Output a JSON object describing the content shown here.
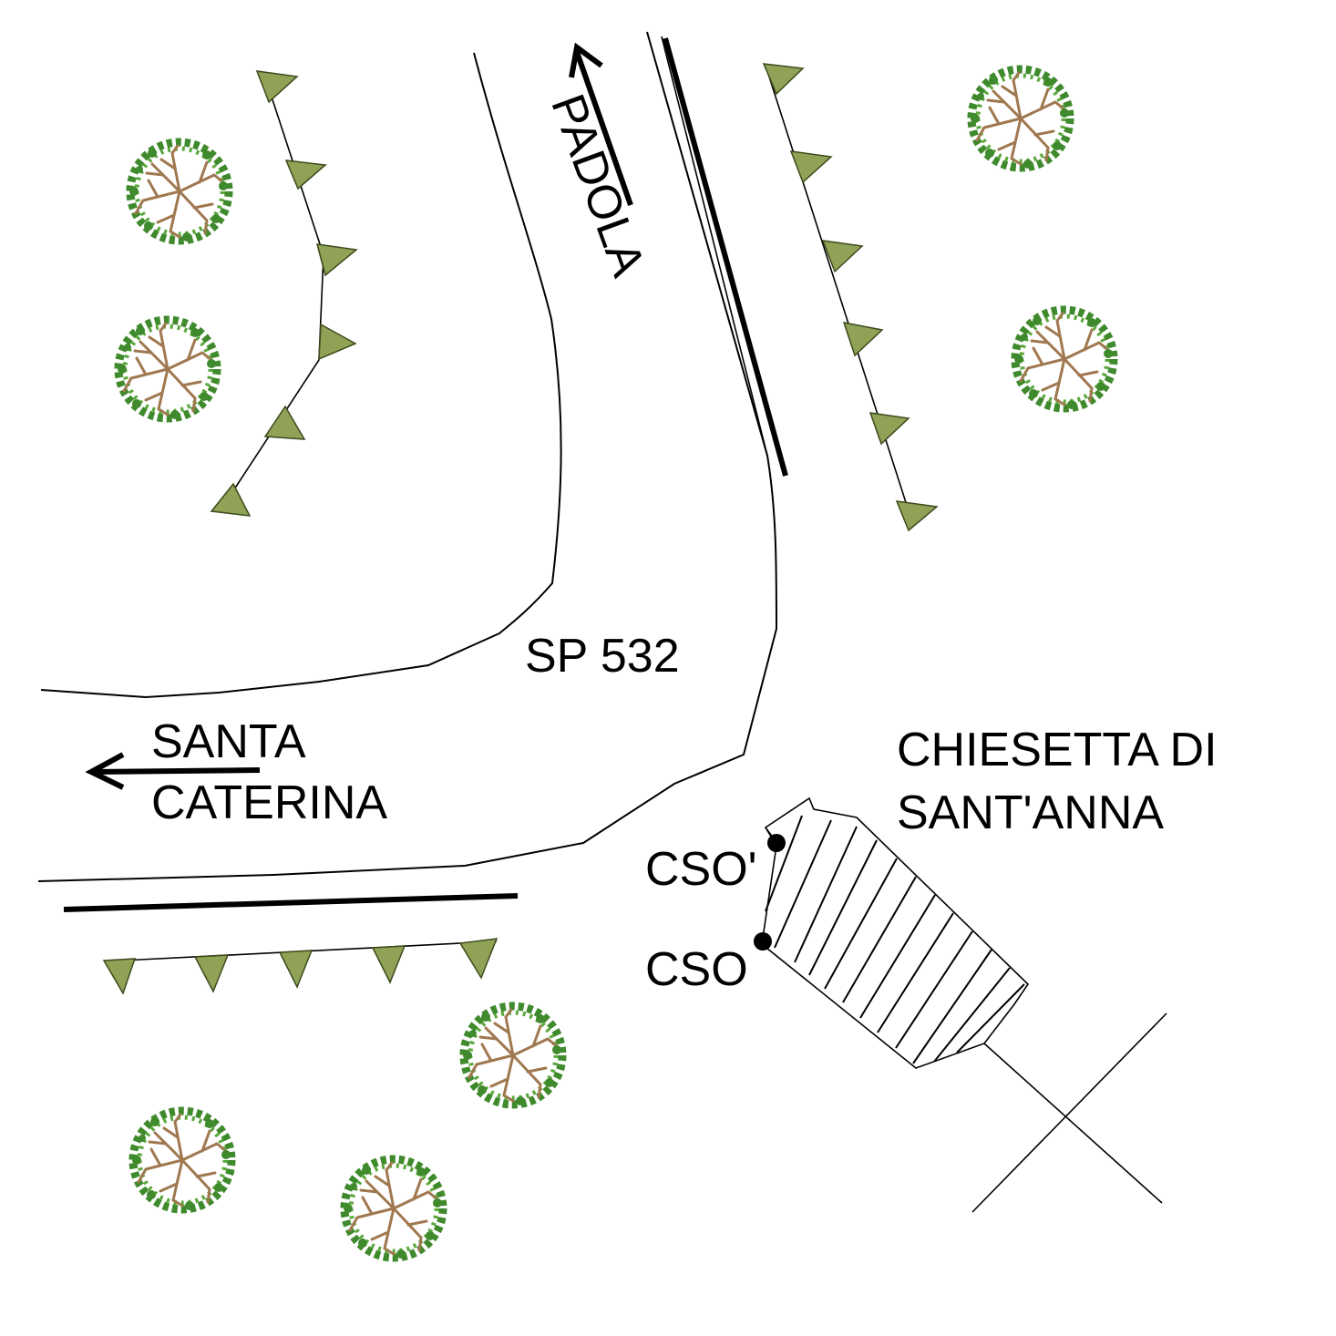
{
  "labels": {
    "road_number": "SP 532",
    "direction_north": "PADOLA",
    "direction_west_line1": "SANTA",
    "direction_west_line2": "CATERINA",
    "church_line1": "CHIESETTA DI",
    "church_line2": "SANT'ANNA",
    "point_cso_prime": "CSO'",
    "point_cso": "CSO"
  },
  "colors": {
    "tree_foliage": "#3f8a2c",
    "tree_branches": "#a07850",
    "slope_marker": "#8fa256",
    "lines": "#000000"
  },
  "icons": {
    "tree": "tree-icon",
    "slope": "slope-triangle-icon",
    "survey_point": "survey-point-icon"
  }
}
